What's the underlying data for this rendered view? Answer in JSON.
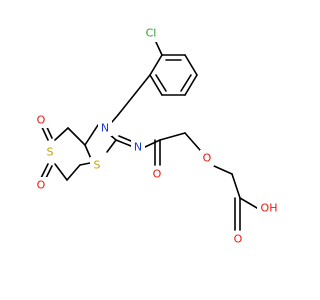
{
  "atoms": {
    "chlorine": {
      "text": "Cl",
      "color": "#2ca02c"
    },
    "ring_nitrogen": {
      "text": "N",
      "color": "#1f3bd6"
    },
    "imine_nitrogen": {
      "text": "N",
      "color": "#1f3bd6"
    },
    "thiazolidine_sulfur": {
      "text": "S",
      "color": "#c9a400"
    },
    "sulfone_sulfur": {
      "text": "S",
      "color": "#c9a400"
    },
    "sulfone_oxygen_top": {
      "text": "O",
      "color": "#e8190e"
    },
    "sulfone_oxygen_bottom": {
      "text": "O",
      "color": "#e8190e"
    },
    "amide_oxygen": {
      "text": "O",
      "color": "#e8190e"
    },
    "ether_oxygen": {
      "text": "O",
      "color": "#e8190e"
    },
    "acid_carbonyl_oxygen": {
      "text": "O",
      "color": "#e8190e"
    },
    "acid_hydroxyl": {
      "text": "OH",
      "color": "#e8190e"
    }
  },
  "colors": {
    "bond": "#000000",
    "background": "#ffffff"
  }
}
